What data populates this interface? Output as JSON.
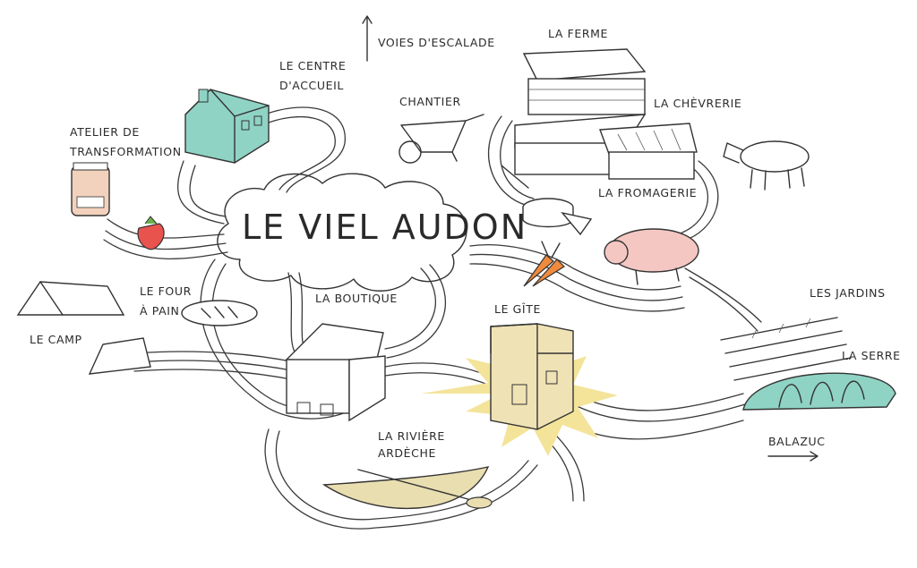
{
  "title": "LE VIEL AUDON",
  "labels": {
    "voies_escalade": "VOIES D'ESCALADE",
    "centre_accueil_1": "LE CENTRE",
    "centre_accueil_2": "D'ACCUEIL",
    "chantier": "CHANTIER",
    "ferme": "LA FERME",
    "chevrerie": "LA CHÈVRERIE",
    "fromagerie": "LA FROMAGERIE",
    "atelier_1": "ATELIER DE",
    "atelier_2": "TRANSFORMATION",
    "four_1": "LE FOUR",
    "four_2": "À PAIN",
    "camp": "LE CAMP",
    "boutique": "LA BOUTIQUE",
    "gite": "LE GÎTE",
    "jardins": "LES JARDINS",
    "serre": "LA SERRE",
    "riviere_1": "LA RIVIÈRE",
    "riviere_2": "ARDÈCHE",
    "balazuc": "BALAZUC"
  },
  "colors": {
    "accueil_house": "#8fd3c4",
    "gite_house": "#efe2b4",
    "gite_burst": "#f3e49a",
    "pig": "#f4c7c3",
    "serre": "#8fd3c4",
    "canoe": "#e9deb0",
    "carrot": "#f08a3c",
    "strawberry": "#e9534e",
    "jar": "#f3d2bd"
  },
  "icons": [
    "arrow-up-icon",
    "arrow-right-icon",
    "wheelbarrow-icon",
    "goat-icon",
    "pig-icon",
    "carrot-icon",
    "strawberry-icon",
    "jar-icon",
    "bread-icon",
    "tent-icon",
    "canoe-icon",
    "cheese-icon"
  ]
}
